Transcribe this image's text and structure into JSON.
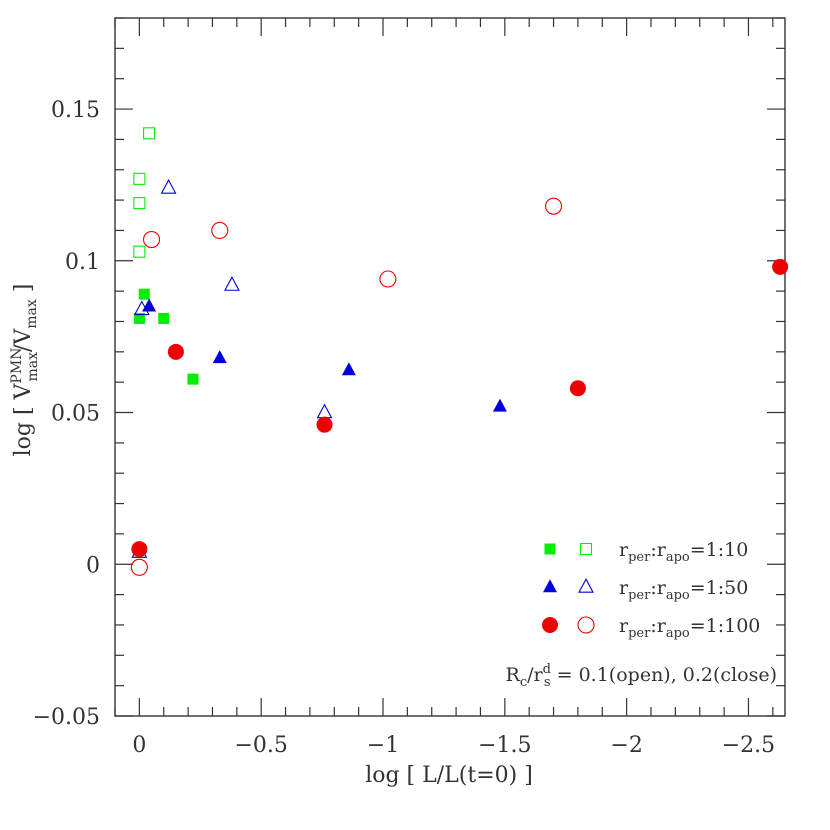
{
  "chart_data": {
    "type": "scatter",
    "x_label": {
      "prefix": "log [ L/L(t=0) ]"
    },
    "y_label": {
      "prefix": "log [ V",
      "sup": "PMN",
      "sub1": "max",
      "middle": "/V",
      "sub2": "max",
      "suffix": " ]"
    },
    "xlim": [
      0.1,
      -2.65
    ],
    "ylim": [
      -0.05,
      0.18
    ],
    "x_ticks": [
      {
        "value": 0,
        "label": "0"
      },
      {
        "value": -0.5,
        "label": "−0.5"
      },
      {
        "value": -1,
        "label": "−1"
      },
      {
        "value": -1.5,
        "label": "−1.5"
      },
      {
        "value": -2,
        "label": "−2"
      },
      {
        "value": -2.5,
        "label": "−2.5"
      }
    ],
    "y_ticks": [
      {
        "value": -0.05,
        "label": "−0.05"
      },
      {
        "value": 0,
        "label": "0"
      },
      {
        "value": 0.05,
        "label": "0.05"
      },
      {
        "value": 0.1,
        "label": "0.1"
      },
      {
        "value": 0.15,
        "label": "0.15"
      }
    ],
    "series": [
      {
        "key": "green-filled",
        "color": "#00ee00",
        "marker": "square",
        "filled": true,
        "points": [
          {
            "x": 0.0,
            "y": 0.005
          },
          {
            "x": 0.0,
            "y": 0.081
          },
          {
            "x": -0.02,
            "y": 0.089
          },
          {
            "x": -0.1,
            "y": 0.081
          },
          {
            "x": -0.22,
            "y": 0.061
          }
        ]
      },
      {
        "key": "green-open",
        "color": "#00ee00",
        "marker": "square",
        "filled": false,
        "points": [
          {
            "x": -0.04,
            "y": 0.142
          },
          {
            "x": 0.0,
            "y": 0.127
          },
          {
            "x": 0.0,
            "y": 0.119
          },
          {
            "x": 0.0,
            "y": 0.103
          }
        ]
      },
      {
        "key": "blue-filled",
        "color": "#0000dd",
        "marker": "triangle",
        "filled": true,
        "points": [
          {
            "x": -0.04,
            "y": 0.085
          },
          {
            "x": -0.33,
            "y": 0.068
          },
          {
            "x": -0.86,
            "y": 0.064
          },
          {
            "x": -1.48,
            "y": 0.052
          }
        ]
      },
      {
        "key": "blue-open",
        "color": "#0000dd",
        "marker": "triangle",
        "filled": false,
        "points": [
          {
            "x": -0.12,
            "y": 0.124
          },
          {
            "x": -0.38,
            "y": 0.092
          },
          {
            "x": -0.76,
            "y": 0.05
          },
          {
            "x": 0.0,
            "y": 0.004
          },
          {
            "x": -0.01,
            "y": 0.084
          }
        ]
      },
      {
        "key": "red-filled",
        "color": "#ee0000",
        "marker": "circle",
        "filled": true,
        "points": [
          {
            "x": -0.15,
            "y": 0.07
          },
          {
            "x": -0.76,
            "y": 0.046
          },
          {
            "x": -1.8,
            "y": 0.058
          },
          {
            "x": -2.63,
            "y": 0.098
          },
          {
            "x": 0.0,
            "y": 0.005
          }
        ]
      },
      {
        "key": "red-open",
        "color": "#ee0000",
        "marker": "circle",
        "filled": false,
        "points": [
          {
            "x": -0.05,
            "y": 0.107
          },
          {
            "x": -0.33,
            "y": 0.11
          },
          {
            "x": -1.02,
            "y": 0.094
          },
          {
            "x": -1.7,
            "y": 0.118
          },
          {
            "x": 0.0,
            "y": -0.001
          }
        ]
      }
    ],
    "legend": [
      {
        "color": "#00ee00",
        "marker": "square",
        "main": "r",
        "sub1": "per",
        "colon": ":r",
        "sub2": "apo",
        "ratio": "=1:10"
      },
      {
        "color": "#0000dd",
        "marker": "triangle",
        "main": "r",
        "sub1": "per",
        "colon": ":r",
        "sub2": "apo",
        "ratio": "=1:50"
      },
      {
        "color": "#ee0000",
        "marker": "circle",
        "main": "r",
        "sub1": "per",
        "colon": ":r",
        "sub2": "apo",
        "ratio": "=1:100"
      }
    ],
    "annotation": {
      "R": "R",
      "c": "c",
      "slash": "/r",
      "sup": "d",
      "sub": "s",
      "rest": " = 0.1(open), 0.2(close)"
    }
  }
}
